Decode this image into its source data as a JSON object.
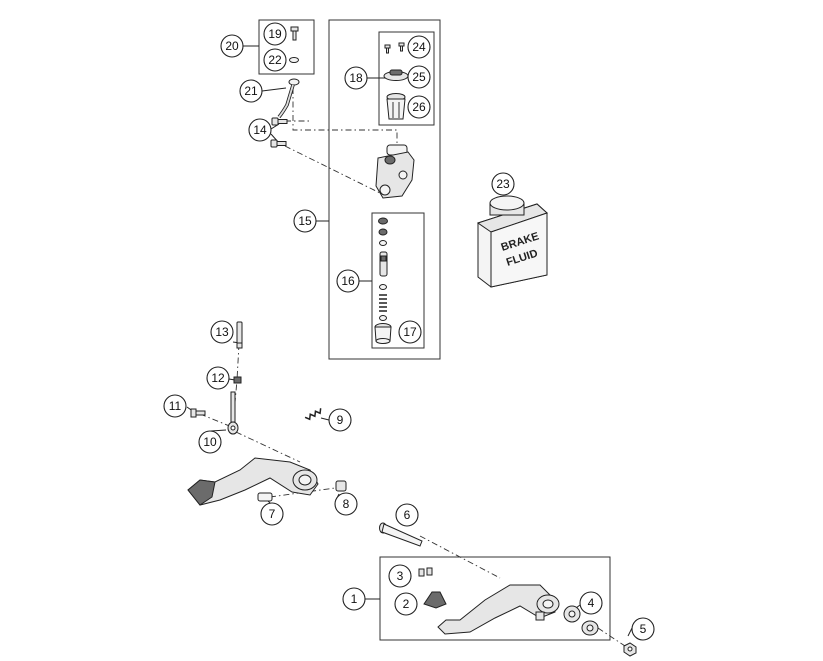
{
  "diagram": {
    "callouts": {
      "c1": "1",
      "c2": "2",
      "c3": "3",
      "c4": "4",
      "c5": "5",
      "c6": "6",
      "c7": "7",
      "c8": "8",
      "c9": "9",
      "c10": "10",
      "c11": "11",
      "c12": "12",
      "c13": "13",
      "c14": "14",
      "c15": "15",
      "c16": "16",
      "c17": "17",
      "c18": "18",
      "c19": "19",
      "c20": "20",
      "c21": "21",
      "c22": "22",
      "c23": "23",
      "c24": "24",
      "c25": "25",
      "c26": "26"
    },
    "can_label": {
      "line1": "BRAKE",
      "line2": "FLUID"
    }
  }
}
